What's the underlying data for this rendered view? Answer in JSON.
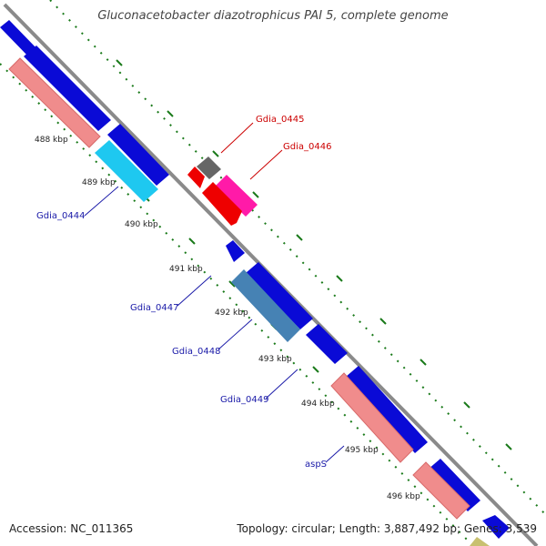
{
  "title": "Gluconacetobacter diazotrophicus PAI 5, complete genome",
  "footer": {
    "accession": "Accession: NC_011365",
    "summary": "Topology: circular; Length: 3,887,492 bp; Genes: 3,539"
  },
  "colors": {
    "backbone": "#8a8a8a",
    "tick_major": "#1a7a1a",
    "tick_minor": "#1a7a1a",
    "label_blue": "#1a1aa8",
    "label_red": "#cc0000",
    "ruler_text": "#222222"
  },
  "ruler_labels": [
    "488 kbp",
    "489 kbp",
    "490 kbp",
    "491 kbp",
    "492 kbp",
    "493 kbp",
    "494 kbp",
    "495 kbp",
    "496 kbp"
  ],
  "gene_labels": {
    "gdia_0444": "Gdia_0444",
    "gdia_0445": "Gdia_0445",
    "gdia_0446": "Gdia_0446",
    "gdia_0447": "Gdia_0447",
    "gdia_0448": "Gdia_0448",
    "gdia_0449": "Gdia_0449",
    "asps": "aspS"
  }
}
